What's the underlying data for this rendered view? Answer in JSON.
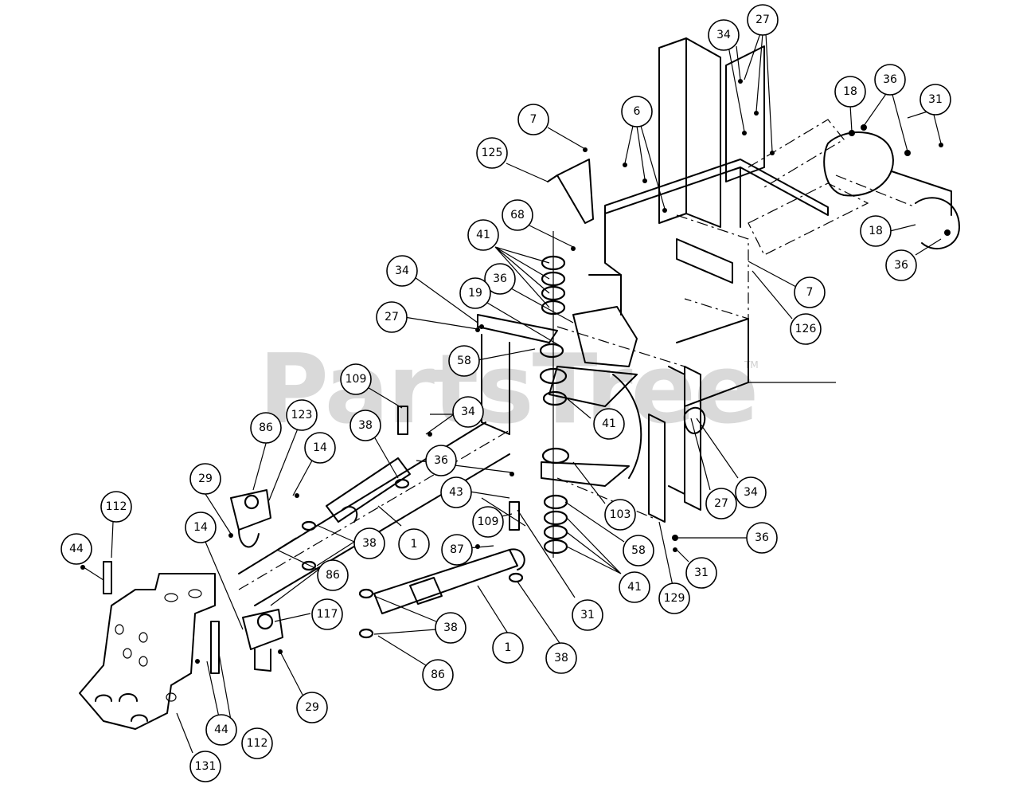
{
  "watermark": {
    "text": "PartsTree",
    "trademark": "TM"
  },
  "callouts": [
    {
      "label": "7"
    },
    {
      "label": "6"
    },
    {
      "label": "125"
    },
    {
      "label": "34"
    },
    {
      "label": "27"
    },
    {
      "label": "18"
    },
    {
      "label": "36"
    },
    {
      "label": "31"
    },
    {
      "label": "68"
    },
    {
      "label": "41"
    },
    {
      "label": "18"
    },
    {
      "label": "36"
    },
    {
      "label": "34"
    },
    {
      "label": "36"
    },
    {
      "label": "19"
    },
    {
      "label": "7"
    },
    {
      "label": "27"
    },
    {
      "label": "126"
    },
    {
      "label": "58"
    },
    {
      "label": "109"
    },
    {
      "label": "34"
    },
    {
      "label": "41"
    },
    {
      "label": "38"
    },
    {
      "label": "86"
    },
    {
      "label": "123"
    },
    {
      "label": "14"
    },
    {
      "label": "36"
    },
    {
      "label": "29"
    },
    {
      "label": "112"
    },
    {
      "label": "43"
    },
    {
      "label": "27"
    },
    {
      "label": "34"
    },
    {
      "label": "103"
    },
    {
      "label": "109"
    },
    {
      "label": "1"
    },
    {
      "label": "44"
    },
    {
      "label": "14"
    },
    {
      "label": "38"
    },
    {
      "label": "87"
    },
    {
      "label": "58"
    },
    {
      "label": "36"
    },
    {
      "label": "86"
    },
    {
      "label": "31"
    },
    {
      "label": "41"
    },
    {
      "label": "129"
    },
    {
      "label": "117"
    },
    {
      "label": "31"
    },
    {
      "label": "38"
    },
    {
      "label": "1"
    },
    {
      "label": "38"
    },
    {
      "label": "86"
    },
    {
      "label": "29"
    },
    {
      "label": "44"
    },
    {
      "label": "112"
    },
    {
      "label": "131"
    }
  ]
}
